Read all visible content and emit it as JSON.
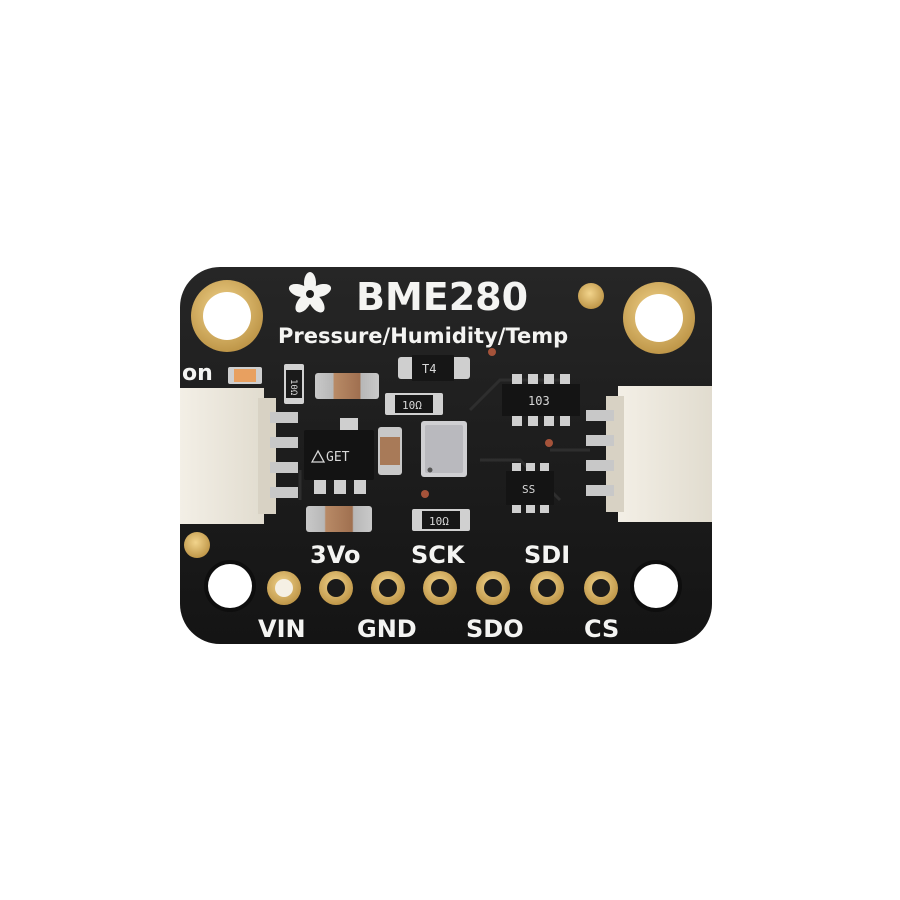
{
  "board": {
    "title": "BME280",
    "subtitle": "Pressure/Humidity/Temp",
    "led_label": "on",
    "logo_icon": "flower-icon",
    "pcb_color": "#1b1b1b",
    "gold_color": "#d9b56a"
  },
  "pins": {
    "top_labels": [
      "3Vo",
      "SCK",
      "SDI"
    ],
    "bottom_labels": [
      "VIN",
      "GND",
      "SDO",
      "CS"
    ]
  },
  "components": {
    "resistor_label": "10Ω",
    "regulator_label": "GET",
    "network_label": "103",
    "mosfet_label": "SS",
    "diode_label": "T4"
  }
}
